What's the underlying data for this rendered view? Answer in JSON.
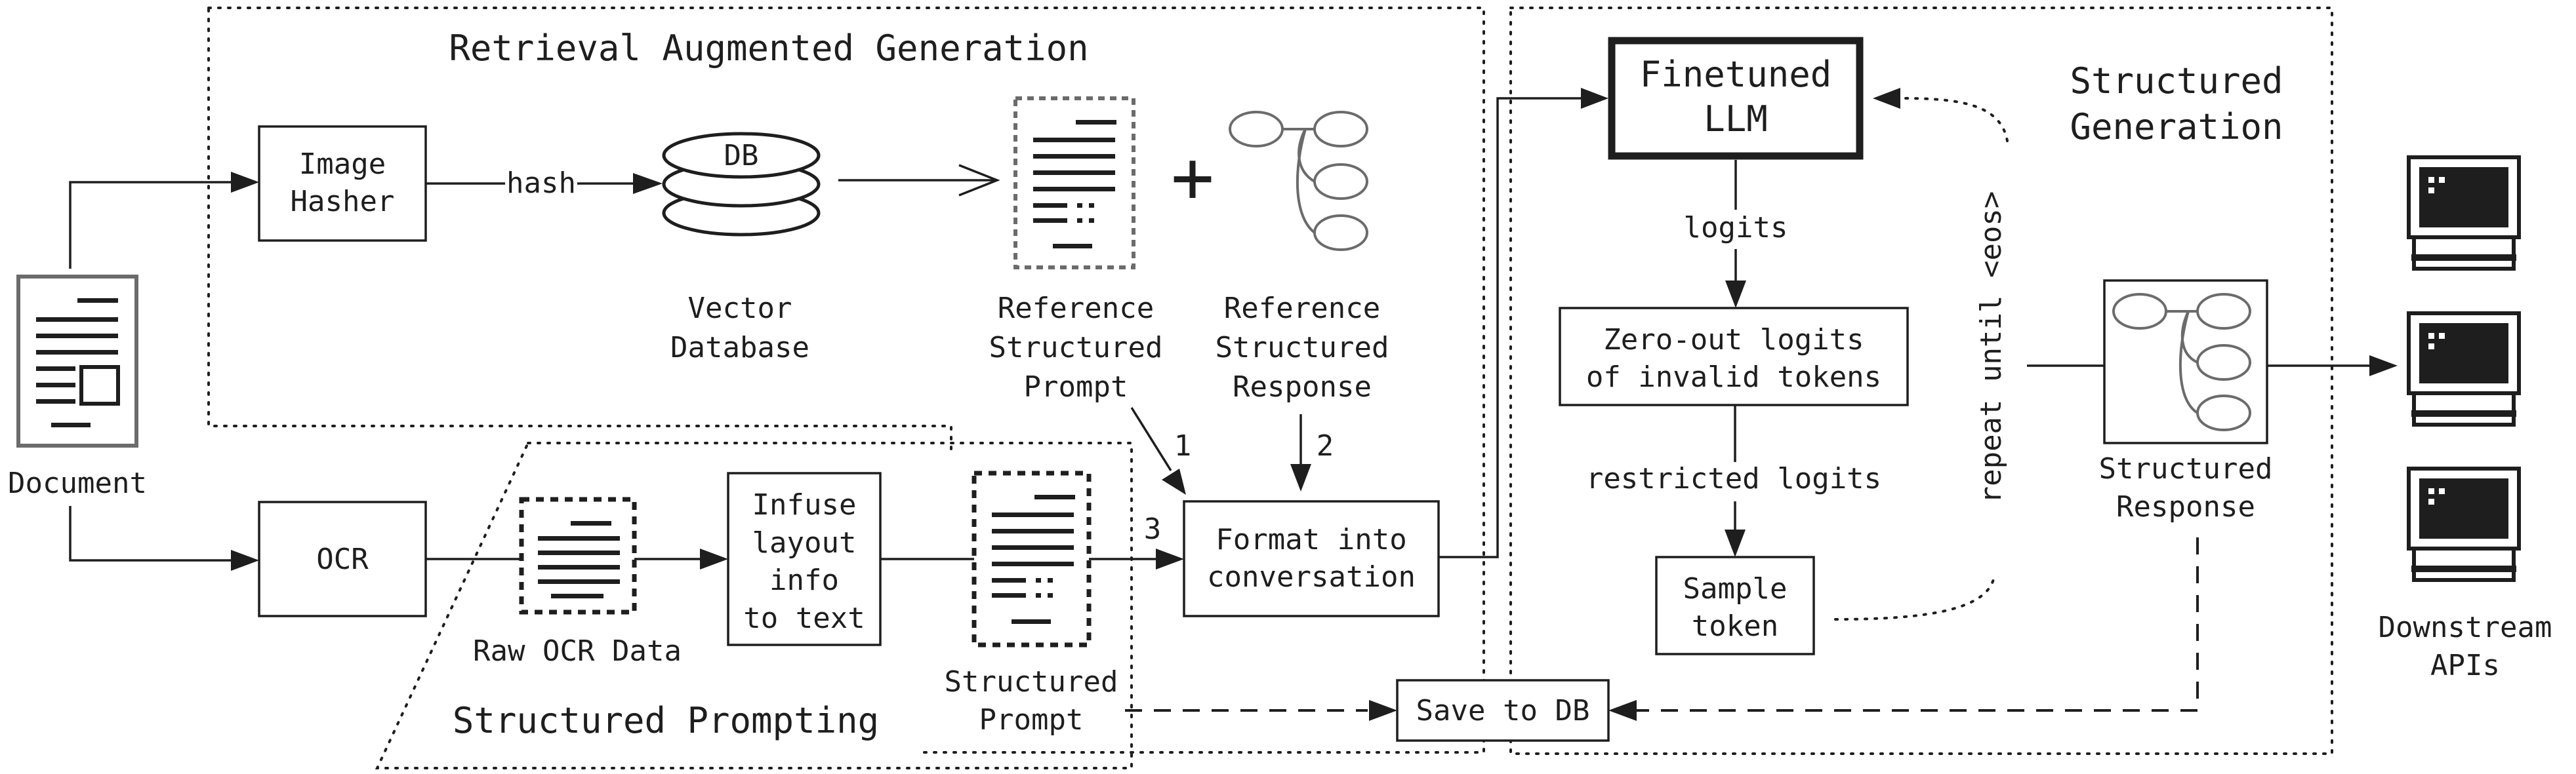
{
  "regions": {
    "rag_title": "Retrieval Augmented Generation",
    "structured_prompting_title": "Structured Prompting",
    "structured_generation_title": [
      "Structured",
      "Generation"
    ]
  },
  "nodes": {
    "document": "Document",
    "image_hasher": [
      "Image",
      "Hasher"
    ],
    "db": "DB",
    "vector_database": [
      "Vector",
      "Database"
    ],
    "reference_structured_prompt": [
      "Reference",
      "Structured",
      "Prompt"
    ],
    "reference_structured_response": [
      "Reference",
      "Structured",
      "Response"
    ],
    "ocr": "OCR",
    "raw_ocr_data": "Raw OCR Data",
    "infuse_layout": [
      "Infuse",
      "layout",
      "info",
      "to text"
    ],
    "structured_prompt": [
      "Structured",
      "Prompt"
    ],
    "format_into_conversation": [
      "Format into",
      "conversation"
    ],
    "finetuned_llm": [
      "Finetuned",
      "LLM"
    ],
    "zero_out_logits": [
      "Zero-out logits",
      "of invalid tokens"
    ],
    "sample_token": [
      "Sample",
      "token"
    ],
    "structured_response": [
      "Structured",
      "Response"
    ],
    "save_to_db": "Save to DB",
    "downstream_apis": [
      "Downstream",
      "APIs"
    ]
  },
  "edge_labels": {
    "hash": "hash",
    "logits": "logits",
    "restricted_logits": "restricted logits",
    "repeat_until_eos": "repeat until <eos>",
    "plus": "+",
    "step1": "1",
    "step2": "2",
    "step3": "3"
  },
  "colors": {
    "ink": "#1e1e1e",
    "gray": "#6b6b6b",
    "background": "#ffffff"
  }
}
